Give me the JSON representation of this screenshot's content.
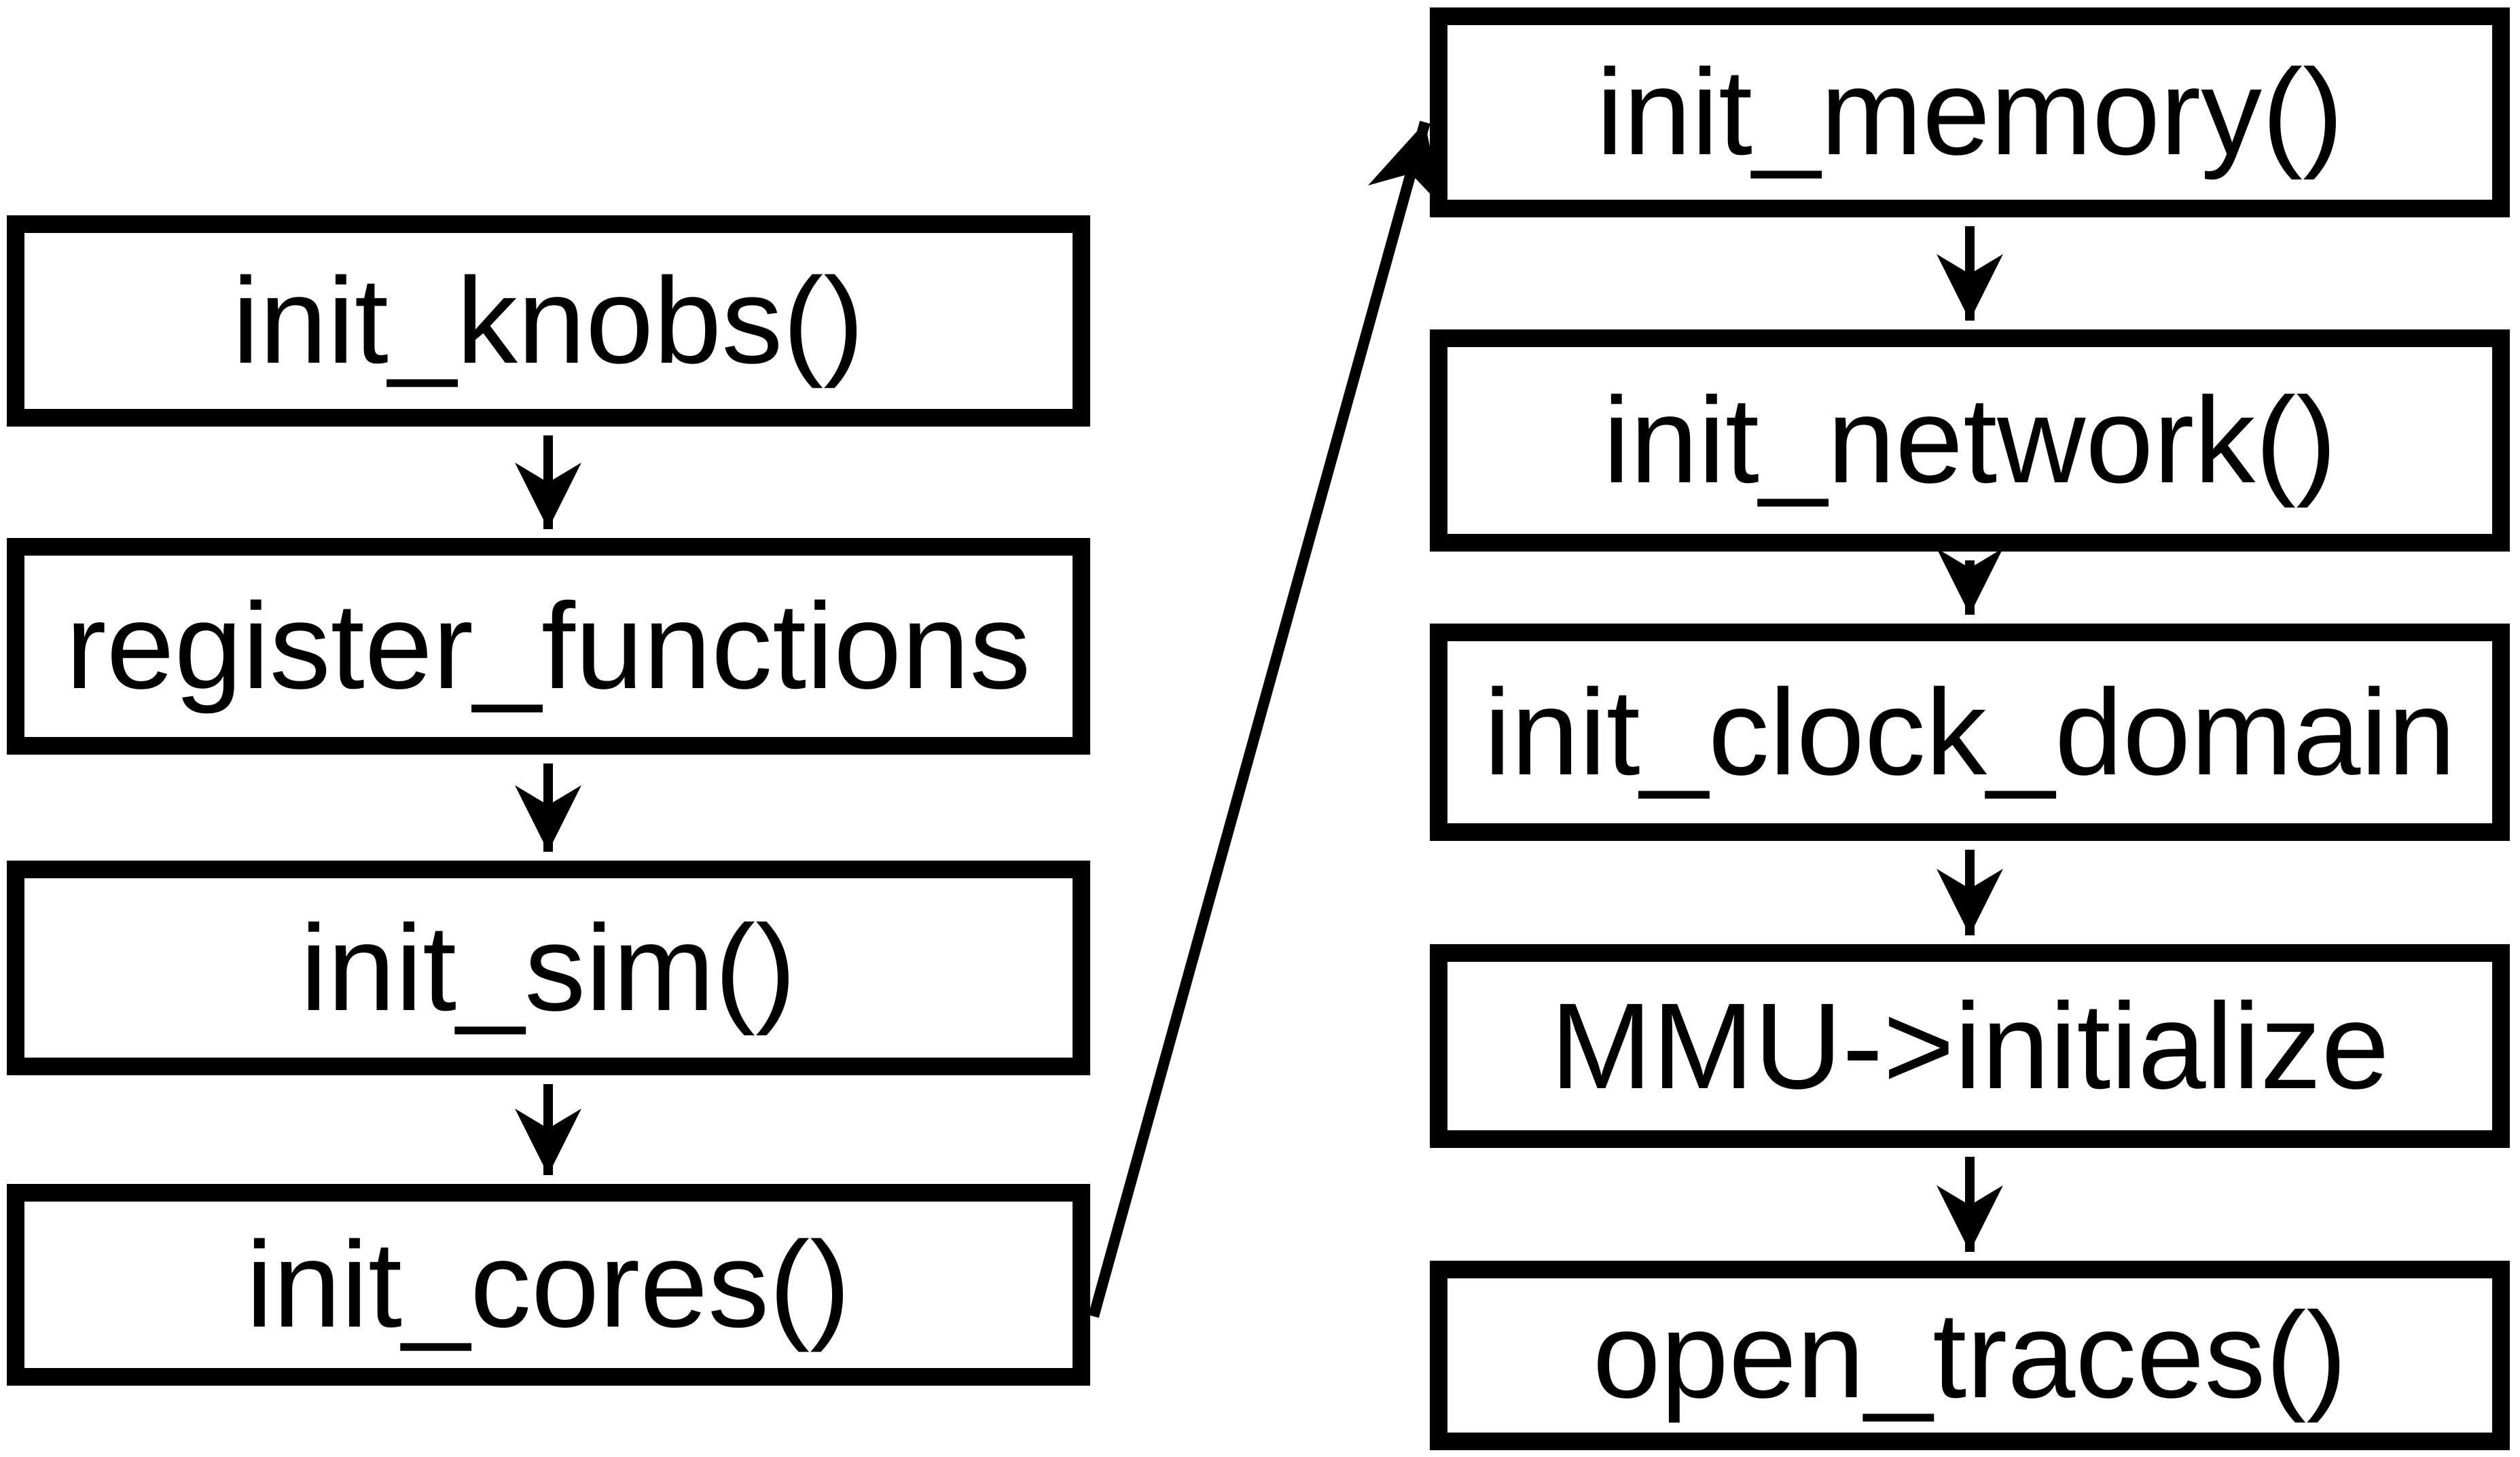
{
  "diagram": {
    "type": "flowchart",
    "background_color": "#ffffff",
    "box_fill_color": "#ffffff",
    "box_border_color": "#000000",
    "text_color": "#000000",
    "arrow_color": "#000000",
    "columns": {
      "left": {
        "nodes": [
          {
            "label": "init_knobs()"
          },
          {
            "label": "register_functions"
          },
          {
            "label": "init_sim()"
          },
          {
            "label": "init_cores()"
          }
        ]
      },
      "right": {
        "nodes": [
          {
            "label": "init_memory()"
          },
          {
            "label": "init_network()"
          },
          {
            "label": "init_clock_domain"
          },
          {
            "label": "MMU->initialize"
          },
          {
            "label": "open_traces()"
          }
        ]
      }
    },
    "edges": [
      {
        "from": "init_knobs()",
        "to": "register_functions",
        "style": "vertical-arrow"
      },
      {
        "from": "register_functions",
        "to": "init_sim()",
        "style": "vertical-arrow"
      },
      {
        "from": "init_sim()",
        "to": "init_cores()",
        "style": "vertical-arrow"
      },
      {
        "from": "init_cores()",
        "to": "init_memory()",
        "style": "diagonal-arrow"
      },
      {
        "from": "init_memory()",
        "to": "init_network()",
        "style": "vertical-arrow"
      },
      {
        "from": "init_network()",
        "to": "init_clock_domain",
        "style": "vertical-arrow"
      },
      {
        "from": "init_clock_domain",
        "to": "MMU->initialize",
        "style": "vertical-arrow"
      },
      {
        "from": "MMU->initialize",
        "to": "open_traces()",
        "style": "vertical-arrow"
      }
    ]
  }
}
